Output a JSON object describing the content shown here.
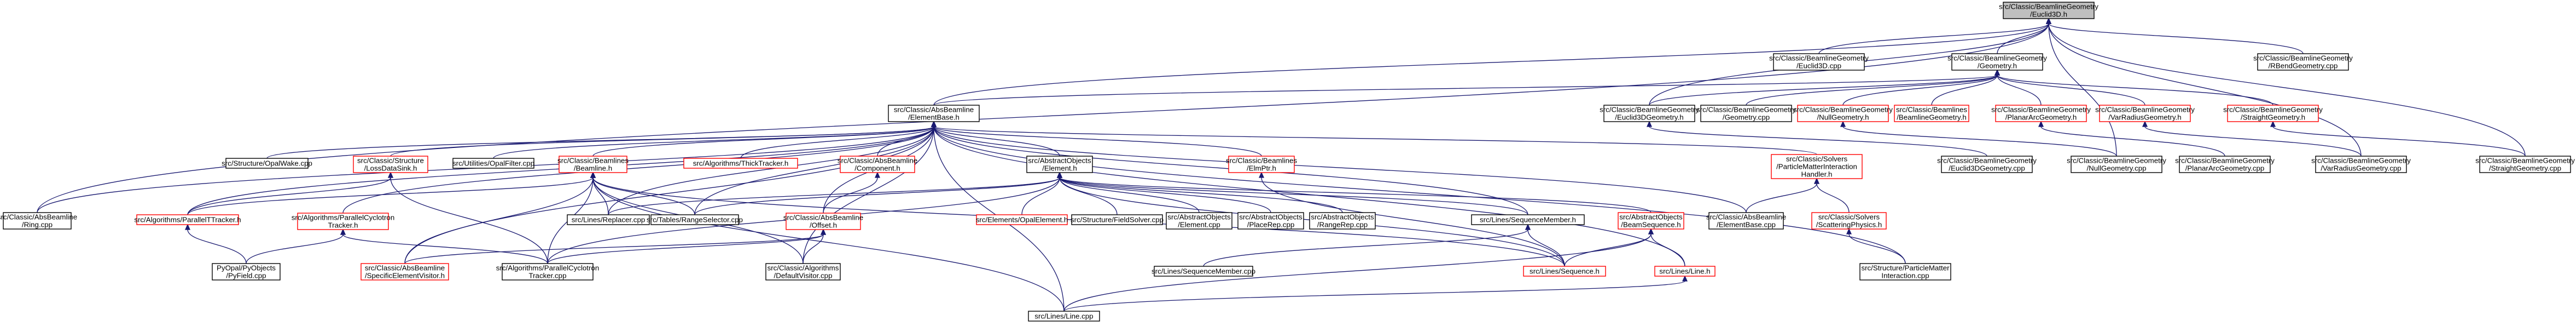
{
  "graph": {
    "type": "include-dependency-graph",
    "colors": {
      "edge": "#191970",
      "node_border": "#000000",
      "undocumented_border": "#ff0000",
      "root_fill": "#bfbfbf",
      "background": "#ffffff"
    },
    "nodes": [
      {
        "id": "n_euclid3d_h",
        "lines": [
          "src/Classic/BeamlineGeometry",
          "/Euclid3D.h"
        ],
        "style": "root"
      },
      {
        "id": "n_euclid3d_cpp",
        "lines": [
          "src/Classic/BeamlineGeometry",
          "/Euclid3D.cpp"
        ],
        "style": "normal"
      },
      {
        "id": "n_geometry_h",
        "lines": [
          "src/Classic/BeamlineGeometry",
          "/Geometry.h"
        ],
        "style": "normal"
      },
      {
        "id": "n_rbend_cpp",
        "lines": [
          "src/Classic/BeamlineGeometry",
          "/RBendGeometry.cpp"
        ],
        "style": "normal"
      },
      {
        "id": "n_abs_element_h",
        "lines": [
          "src/Classic/AbsBeamline",
          "/ElementBase.h"
        ],
        "style": "normal"
      },
      {
        "id": "n_e3dgeom_h",
        "lines": [
          "src/Classic/BeamlineGeometry",
          "/Euclid3DGeometry.h"
        ],
        "style": "normal"
      },
      {
        "id": "n_geometry_cpp",
        "lines": [
          "src/Classic/BeamlineGeometry",
          "/Geometry.cpp"
        ],
        "style": "normal"
      },
      {
        "id": "n_nullgeom_h",
        "lines": [
          "src/Classic/BeamlineGeometry",
          "/NullGeometry.h"
        ],
        "style": "red"
      },
      {
        "id": "n_beamlinegeom_h",
        "lines": [
          "src/Classic/Beamlines",
          "/BeamlineGeometry.h"
        ],
        "style": "red"
      },
      {
        "id": "n_planararc_h",
        "lines": [
          "src/Classic/BeamlineGeometry",
          "/PlanarArcGeometry.h"
        ],
        "style": "red"
      },
      {
        "id": "n_varradius_h",
        "lines": [
          "src/Classic/BeamlineGeometry",
          "/VarRadiusGeometry.h"
        ],
        "style": "red"
      },
      {
        "id": "n_straight_h",
        "lines": [
          "src/Classic/BeamlineGeometry",
          "/StraightGeometry.h"
        ],
        "style": "red"
      },
      {
        "id": "n_structure_opalwake",
        "lines": [
          "src/Structure/OpalWake.cpp"
        ],
        "style": "normal"
      },
      {
        "id": "n_lossdatasink_h",
        "lines": [
          "src/Classic/Structure",
          "/LossDataSink.h"
        ],
        "style": "red"
      },
      {
        "id": "n_opalfilter",
        "lines": [
          "src/Utilities/OpalFilter.cpp"
        ],
        "style": "normal"
      },
      {
        "id": "n_beamline_h",
        "lines": [
          "src/Classic/Beamlines",
          "/Beamline.h"
        ],
        "style": "red"
      },
      {
        "id": "n_thicktracker_h",
        "lines": [
          "src/Algorithms/ThickTracker.h"
        ],
        "style": "red"
      },
      {
        "id": "n_component_h",
        "lines": [
          "src/Classic/AbsBeamline",
          "/Component.h"
        ],
        "style": "red"
      },
      {
        "id": "n_abstract_element_h",
        "lines": [
          "src/AbstractObjects",
          "/Element.h"
        ],
        "style": "normal"
      },
      {
        "id": "n_elmptr_h",
        "lines": [
          "src/Classic/Beamlines",
          "/ElmPtr.h"
        ],
        "style": "red"
      },
      {
        "id": "n_pmi_handler_h",
        "lines": [
          "src/Classic/Solvers",
          "/ParticleMatterInteraction",
          "Handler.h"
        ],
        "style": "red"
      },
      {
        "id": "n_e3dgeom_cpp",
        "lines": [
          "src/Classic/BeamlineGeometry",
          "/Euclid3DGeometry.cpp"
        ],
        "style": "normal"
      },
      {
        "id": "n_nullgeom_cpp",
        "lines": [
          "src/Classic/BeamlineGeometry",
          "/NullGeometry.cpp"
        ],
        "style": "normal"
      },
      {
        "id": "n_planararc_cpp",
        "lines": [
          "src/Classic/BeamlineGeometry",
          "/PlanarArcGeometry.cpp"
        ],
        "style": "normal"
      },
      {
        "id": "n_varradius_cpp",
        "lines": [
          "src/Classic/BeamlineGeometry",
          "/VarRadiusGeometry.cpp"
        ],
        "style": "normal"
      },
      {
        "id": "n_straight_cpp",
        "lines": [
          "src/Classic/BeamlineGeometry",
          "/StraightGeometry.cpp"
        ],
        "style": "normal"
      },
      {
        "id": "n_ring_cpp",
        "lines": [
          "src/Classic/AbsBeamline",
          "/Ring.cpp"
        ],
        "style": "normal"
      },
      {
        "id": "n_parallelttracker_h",
        "lines": [
          "src/Algorithms/ParallelTTracker.h"
        ],
        "style": "red"
      },
      {
        "id": "n_parallelcyclotron_h",
        "lines": [
          "src/Algorithms/ParallelCyclotron",
          "Tracker.h"
        ],
        "style": "red"
      },
      {
        "id": "n_lines_replacer",
        "lines": [
          "src/Lines/Replacer.cpp"
        ],
        "style": "normal"
      },
      {
        "id": "n_rangeselector",
        "lines": [
          "src/Tables/RangeSelector.cpp"
        ],
        "style": "normal"
      },
      {
        "id": "n_offset_h",
        "lines": [
          "src/Classic/AbsBeamline",
          "/Offset.h"
        ],
        "style": "red"
      },
      {
        "id": "n_opalelement_h",
        "lines": [
          "src/Elements/OpalElement.h"
        ],
        "style": "red"
      },
      {
        "id": "n_fieldsolver",
        "lines": [
          "src/Structure/FieldSolver.cpp"
        ],
        "style": "normal"
      },
      {
        "id": "n_abstract_element_cpp",
        "lines": [
          "src/AbstractObjects",
          "/Element.cpp"
        ],
        "style": "normal"
      },
      {
        "id": "n_placerep",
        "lines": [
          "src/AbstractObjects",
          "/PlaceRep.cpp"
        ],
        "style": "normal"
      },
      {
        "id": "n_rangerep",
        "lines": [
          "src/AbstractObjects",
          "/RangeRep.cpp"
        ],
        "style": "normal"
      },
      {
        "id": "n_seqmember_h",
        "lines": [
          "src/Lines/SequenceMember.h"
        ],
        "style": "normal"
      },
      {
        "id": "n_beamsequence_h",
        "lines": [
          "src/AbstractObjects",
          "/BeamSequence.h"
        ],
        "style": "red"
      },
      {
        "id": "n_abs_elementbase_cpp",
        "lines": [
          "src/Classic/AbsBeamline",
          "/ElementBase.cpp"
        ],
        "style": "normal"
      },
      {
        "id": "n_scatteringphysics_h",
        "lines": [
          "src/Classic/Solvers",
          "/ScatteringPhysics.h"
        ],
        "style": "red"
      },
      {
        "id": "n_pyfield",
        "lines": [
          "PyOpal/PyObjects",
          "/PyField.cpp"
        ],
        "style": "normal"
      },
      {
        "id": "n_specificvisitor_h",
        "lines": [
          "src/Classic/AbsBeamline",
          "/SpecificElementVisitor.h"
        ],
        "style": "red"
      },
      {
        "id": "n_parallelcyclotron_cpp",
        "lines": [
          "src/Algorithms/ParallelCyclotron",
          "Tracker.cpp"
        ],
        "style": "normal"
      },
      {
        "id": "n_defaultvisitor",
        "lines": [
          "src/Classic/Algorithms",
          "/DefaultVisitor.cpp"
        ],
        "style": "normal"
      },
      {
        "id": "n_seqmember_cpp",
        "lines": [
          "src/Lines/SequenceMember.cpp"
        ],
        "style": "normal"
      },
      {
        "id": "n_sequence_h",
        "lines": [
          "src/Lines/Sequence.h"
        ],
        "style": "red"
      },
      {
        "id": "n_line_h",
        "lines": [
          "src/Lines/Line.h"
        ],
        "style": "red"
      },
      {
        "id": "n_pmi_cpp",
        "lines": [
          "src/Structure/ParticleMatter",
          "Interaction.cpp"
        ],
        "style": "normal"
      },
      {
        "id": "n_line_cpp",
        "lines": [
          "src/Lines/Line.cpp"
        ],
        "style": "normal"
      }
    ]
  }
}
